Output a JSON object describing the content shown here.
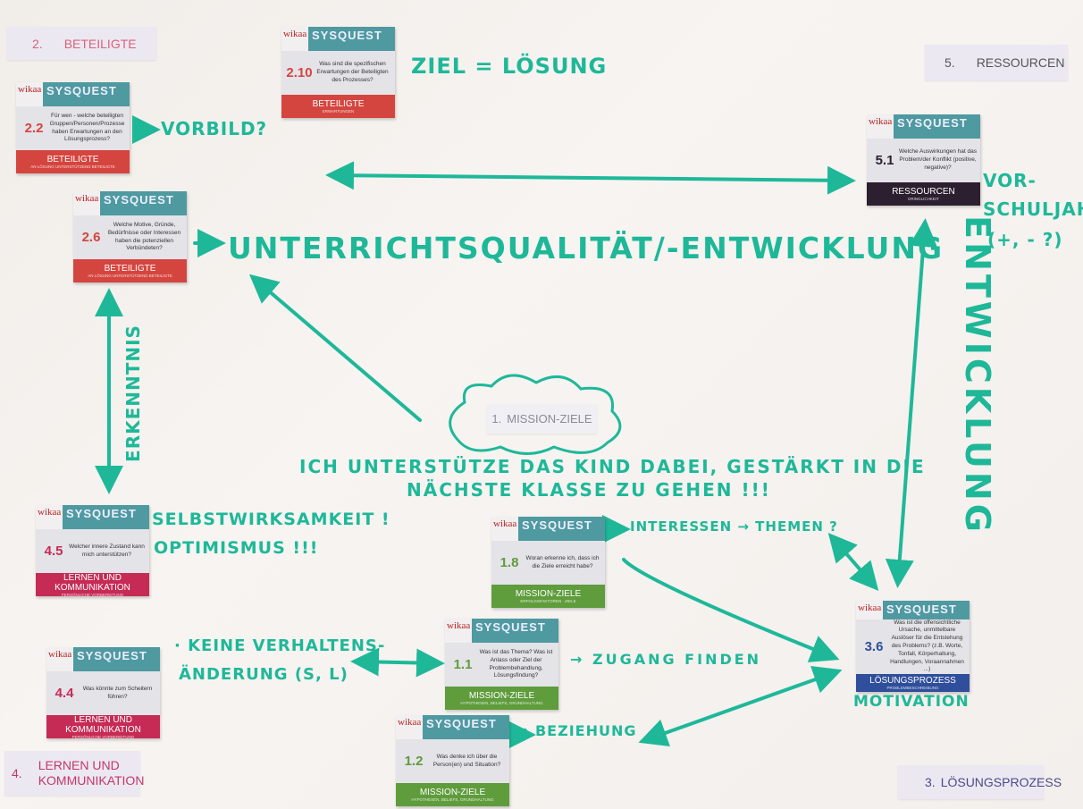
{
  "sections": {
    "s2": {
      "num": "2.",
      "name": "BETEILIGTE"
    },
    "s5": {
      "num": "5.",
      "name": "RESSOURCEN"
    },
    "s4": {
      "num": "4.",
      "name": "LERNEN UND KOMMUNIKATION"
    },
    "s3": {
      "num": "3.",
      "name": "LÖSUNGSPROZESS"
    },
    "s1": {
      "num": "1.",
      "name": "MISSION-ZIELE"
    }
  },
  "brand": {
    "logo": "wikaa",
    "title": "SYSQUEST"
  },
  "colors": {
    "beteiligte": "#d5453f",
    "ressourcen": "#2c1f2f",
    "lernen": "#c62b55",
    "mission": "#5f9c3c",
    "loesung": "#2f4e9b",
    "marker": "#1eb899"
  },
  "cards": [
    {
      "id": "c22",
      "num": "2.2",
      "question": "Für wen - welche beteiligten Gruppen/Personen/Prozesse haben Erwartungen an den Lösungsprozess?",
      "category": "BETEILIGTE",
      "subtitle": "AN LÖSUNG UNTERSTÜTZEND BETEILIGTE",
      "color": "#d5453f"
    },
    {
      "id": "c210",
      "num": "2.10",
      "question": "Was sind die spezifischen Erwartungen der Beteiligten des Prozesses?",
      "category": "BETEILIGTE",
      "subtitle": "ERWARTUNGEN",
      "color": "#d5453f"
    },
    {
      "id": "c26",
      "num": "2.6",
      "question": "Welche Motive, Gründe, Bedürfnisse oder Interessen haben die potenziellen Verbündeten?",
      "category": "BETEILIGTE",
      "subtitle": "AN LÖSUNG UNTERSTÜTZEND BETEILIGTE",
      "color": "#d5453f"
    },
    {
      "id": "c51",
      "num": "5.1",
      "question": "Welche Auswirkungen hat das Problem/der Konflikt (positive, negative)?",
      "category": "RESSOURCEN",
      "subtitle": "DRINGLICHKEIT",
      "color": "#2c1f2f"
    },
    {
      "id": "c45",
      "num": "4.5",
      "question": "Welcher innere Zustand kann mich unterstützen?",
      "category": "LERNEN UND KOMMUNIKATION",
      "subtitle": "PERSÖNLICHE VORBEREITUNG",
      "color": "#c62b55"
    },
    {
      "id": "c18",
      "num": "1.8",
      "question": "Woran erkenne ich, dass ich die Ziele erreicht habe?",
      "category": "MISSION-ZIELE",
      "subtitle": "ERFOLGSFAKTOREN · ZIELE",
      "color": "#5f9c3c"
    },
    {
      "id": "c44",
      "num": "4.4",
      "question": "Was könnte zum Scheitern führen?",
      "category": "LERNEN UND KOMMUNIKATION",
      "subtitle": "PERSÖNLICHE VORBEREITUNG",
      "color": "#c62b55"
    },
    {
      "id": "c11",
      "num": "1.1",
      "question": "Was ist das Thema? Was ist Anlass oder Ziel der Problembehandlung, Lösungsfindung?",
      "category": "MISSION-ZIELE",
      "subtitle": "HYPOTHESEN, BELIEFS, GRUNDHALTUNG",
      "color": "#5f9c3c"
    },
    {
      "id": "c12",
      "num": "1.2",
      "question": "Was denke ich über die Person(en) und Situation?",
      "category": "MISSION-ZIELE",
      "subtitle": "HYPOTHESEN, BELIEFS, GRUNDHALTUNG",
      "color": "#5f9c3c"
    },
    {
      "id": "c36",
      "num": "3.6",
      "question": "Was ist die offensichtliche Ursache, unmittelbare Auslöser für die Entstehung des Problems? (z.B. Worte, Tonfall, Körperhaltung, Handlungen, Voraannahmen ...)",
      "category": "LÖSUNGSPROZESS",
      "subtitle": "PROBLEMBESCHREIBUNG",
      "color": "#2f4e9b"
    }
  ],
  "notes": {
    "ziel": "ZIEL = LÖSUNG",
    "vorbild": "VORBILD?",
    "unterricht": "UNTERRICHTSQUALITÄT/-ENTWICKLUNG",
    "vor": "VOR-",
    "schuljahr": "SCHULJAHR",
    "plusminus": "(+, - ?)",
    "entwicklung": "ENTWICKLUNG",
    "erkenntnis": "ERKENNTNIS",
    "mission1": "ICH UNTERSTÜTZE DAS KIND DABEI, GESTÄRKT IN DIE",
    "mission2": "NÄCHSTE KLASSE ZU GEHEN !!!",
    "selbst": "SELBSTWIRKSAMKEIT !",
    "optimismus": "OPTIMISMUS !!!",
    "interessen": "INTERESSEN → THEMEN ?",
    "keine": "· KEINE VERHALTENS-",
    "aenderung": "ÄNDERUNG (S, L)",
    "zugang": "→ ZUGANG FINDEN",
    "beziehung": "→ BEZIEHUNG",
    "motivation": "MOTIVATION"
  }
}
